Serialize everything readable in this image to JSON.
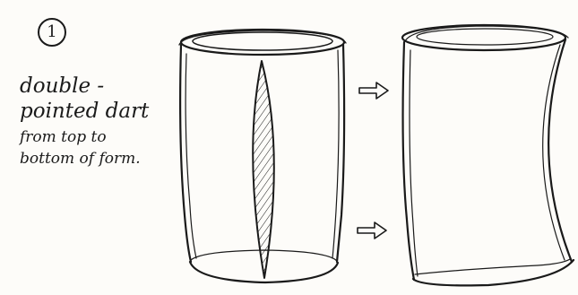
{
  "step": {
    "number": "1"
  },
  "note": {
    "lines": [
      "double -",
      "pointed dart",
      "from top to",
      "bottom of form."
    ]
  },
  "colors": {
    "ink": "#1a1a1a",
    "paper": "#fdfcf9"
  },
  "icons": {
    "arrow": "right-arrow-icon"
  }
}
